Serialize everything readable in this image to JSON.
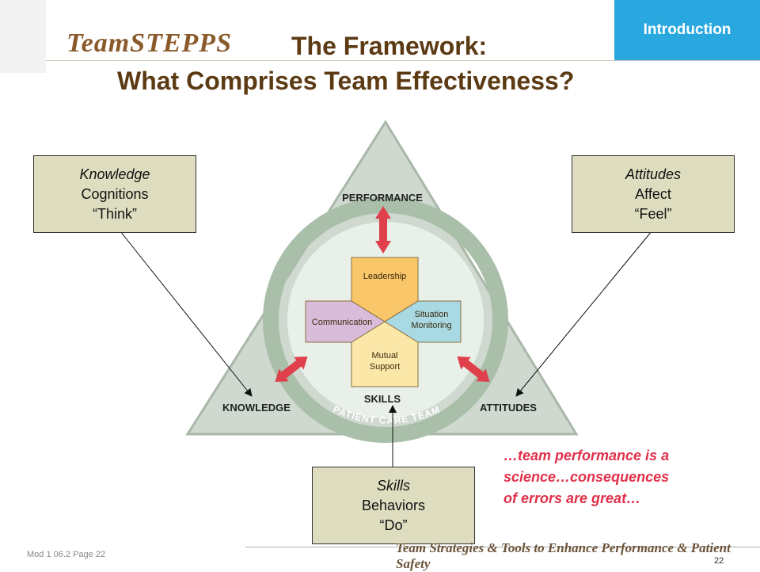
{
  "header": {
    "logo": "TeamSTEPPS",
    "title_line1": "The Framework:",
    "title_line2": "What Comprises Team Effectiveness?",
    "section": "Introduction"
  },
  "boxes": {
    "knowledge": {
      "line1": "Knowledge",
      "line2": "Cognitions",
      "line3": "“Think”"
    },
    "attitudes": {
      "line1": "Attitudes",
      "line2": "Affect",
      "line3": "“Feel”"
    },
    "skills": {
      "line1": "Skills",
      "line2": "Behaviors",
      "line3": "“Do”"
    }
  },
  "diagram": {
    "performance": "PERFORMANCE",
    "knowledge": "KNOWLEDGE",
    "attitudes": "ATTITUDES",
    "skills": "SKILLS",
    "ring": "PATIENT CARE TEAM",
    "leadership": "Leadership",
    "communication": "Communication",
    "situation_line1": "Situation",
    "situation_line2": "Monitoring",
    "support_line1": "Mutual",
    "support_line2": "Support"
  },
  "quote": {
    "line1": "…team performance is a",
    "line2": "science…consequences",
    "line3": "of errors are great…"
  },
  "footer": {
    "module": "Mod 1 06.2 Page 22",
    "tagline": "Team Strategies & Tools to Enhance Performance & Patient Safety",
    "page": "22"
  },
  "colors": {
    "triangle_fill": "#cfd9cf",
    "ring": "#a9bfa9",
    "arrow": "#e0404b",
    "leadership": "#f9c66a",
    "communication": "#d9bcd9",
    "situation_monitoring": "#a9d9e3",
    "mutual_support": "#fbe8a8",
    "title": "#5b3a14",
    "section_tab": "#29a8e0",
    "quote": "#e0304a"
  }
}
